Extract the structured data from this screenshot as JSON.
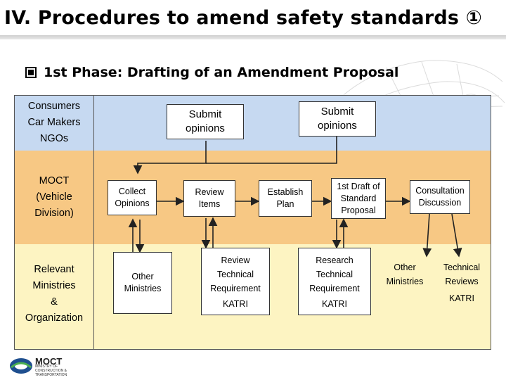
{
  "header": {
    "title": "IV. Procedures to amend safety standards ①",
    "subtitle": "1st Phase: Drafting of an Amendment Proposal"
  },
  "rows": [
    {
      "label": "Consumers\nCar Makers\nNGOs",
      "color": "#c6d9f1"
    },
    {
      "label": "MOCT\n(Vehicle\nDivision)",
      "color": "#f7c884"
    },
    {
      "label": "Relevant\nMinistries\n&\nOrganization",
      "color": "#fdf4c2"
    }
  ],
  "nodes": {
    "submit_opinions_1": "Submit\nopinions",
    "submit_opinions_2": "Submit\nopinions",
    "collect_opinions": "Collect\nOpinions",
    "review_items": "Review\nItems",
    "establish_plan": "Establish\nPlan",
    "first_draft": "1st Draft of\nStandard\nProposal",
    "consultation": "Consultation\nDiscussion",
    "other_ministries_1": "Other\nMinistries",
    "review_technical": "Review\nTechnical\nRequirement",
    "katri_1": "KATRI",
    "research_technical": "Research\nTechnical\nRequirement",
    "katri_2": "KATRI",
    "other_ministries_2": "Other\nMinistries",
    "technical_reviews": "Technical\nReviews",
    "katri_3": "KATRI"
  },
  "logo": {
    "name": "MOCT",
    "caption": "MINISTRY OF CONSTRUCTION & TRANSPORTATION"
  }
}
